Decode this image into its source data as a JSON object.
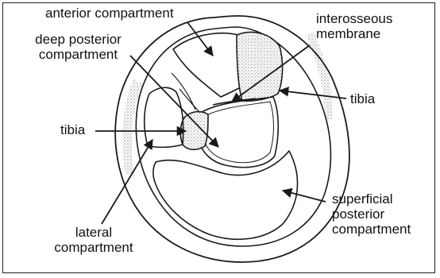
{
  "labels": {
    "anterior_compartment": "anterior compartment",
    "deep_posterior_line1": "deep posterior",
    "deep_posterior_line2": "compartment",
    "interosseous_line1": "interosseous",
    "interosseous_line2": "membrane",
    "tibia_right": "tibia",
    "tibia_left": "tibia",
    "superficial_line1": "superficial",
    "superficial_line2": "posterior",
    "superficial_line3": "compartment",
    "lateral_line1": "lateral",
    "lateral_line2": "compartment"
  },
  "colors": {
    "line": "#1a1a1a",
    "stipple": "#8c8c8c",
    "background": "#ffffff"
  }
}
